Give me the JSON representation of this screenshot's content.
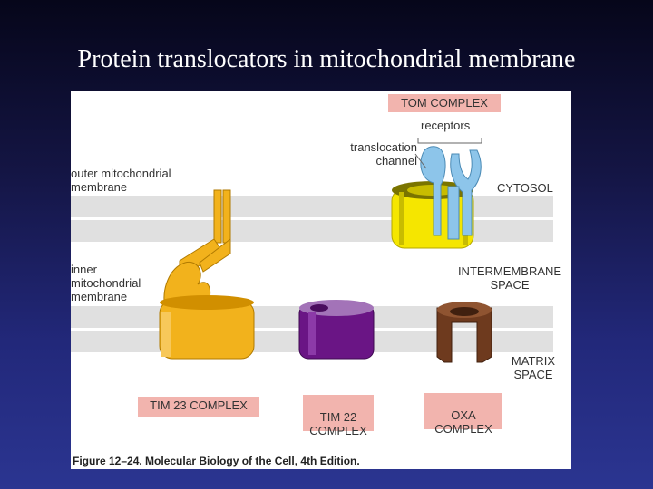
{
  "slide": {
    "title": "Protein translocators in mitochondrial membrane"
  },
  "figure": {
    "labels": {
      "tom_complex": "TOM COMPLEX",
      "receptors": "receptors",
      "translocation_channel": "translocation\nchannel",
      "outer_membrane": "outer mitochondrial\nmembrane",
      "cytosol": "CYTOSOL",
      "inner_membrane": "inner\nmitochondrial\nmembrane",
      "intermembrane_space": "INTERMEMBRANE\nSPACE",
      "matrix_space": "MATRIX\nSPACE",
      "tim23": "TIM 23 COMPLEX",
      "tim22": "TIM 22\nCOMPLEX",
      "oxa": "OXA\nCOMPLEX"
    },
    "caption": "Figure 12–24. Molecular Biology of the Cell, 4th Edition."
  },
  "colors": {
    "membrane": "#e0e0e0",
    "tom_yellow": "#f5e600",
    "receptor_blue": "#8dc5ea",
    "tim23_orange": "#f2b21c",
    "tim22_purple": "#6a1585",
    "oxa_brown": "#6e3a1e",
    "label_box": "#f2b4ae"
  }
}
